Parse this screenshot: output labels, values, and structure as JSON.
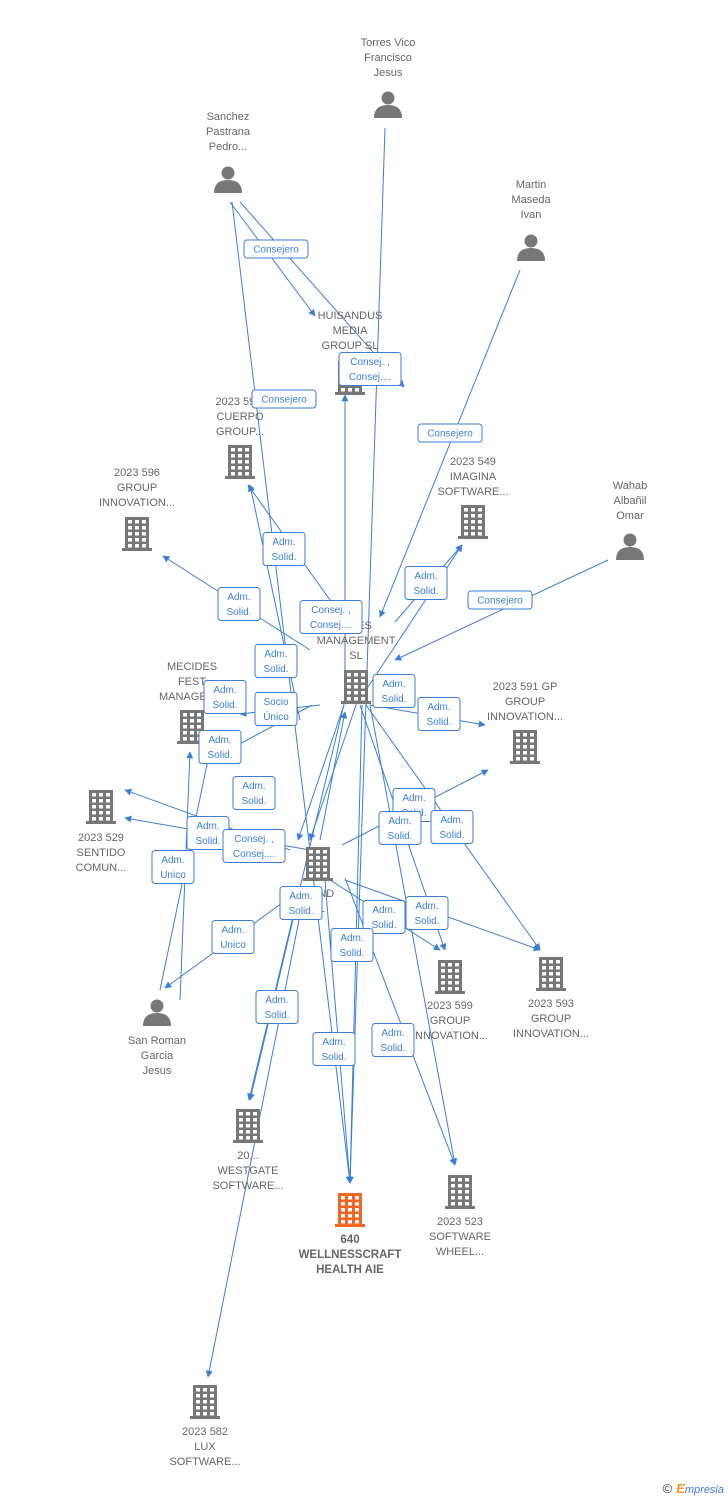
{
  "colors": {
    "edge": "#3a7fd5",
    "icon_default": "#777777",
    "icon_focus": "#f26522"
  },
  "nodes": [
    {
      "id": "torres",
      "type": "person",
      "label": [
        "Torres Vico",
        "Francisco",
        "Jesus"
      ]
    },
    {
      "id": "sanchez",
      "type": "person",
      "label": [
        "Sanchez",
        "Pastrana",
        "Pedro..."
      ]
    },
    {
      "id": "martin",
      "type": "person",
      "label": [
        "Martin",
        "Maseda",
        "Ivan"
      ]
    },
    {
      "id": "wahab",
      "type": "person",
      "label": [
        "Wahab",
        "Albañil",
        "Omar"
      ]
    },
    {
      "id": "sanroman",
      "type": "person",
      "label": [
        "San Roman",
        "Garcia",
        "Jesus"
      ]
    },
    {
      "id": "huisandus",
      "type": "company",
      "label": [
        "HUISANDUS",
        "MEDIA",
        "GROUP SL"
      ]
    },
    {
      "id": "cuerpo",
      "type": "company",
      "label": [
        "2023 59...",
        "CUERPO",
        "GROUP..."
      ]
    },
    {
      "id": "g596",
      "type": "company",
      "label": [
        "2023 596",
        "GROUP",
        "INNOVATION..."
      ]
    },
    {
      "id": "imagina",
      "type": "company",
      "label": [
        "2023 549",
        "IMAGINA",
        "SOFTWARE..."
      ]
    },
    {
      "id": "mecides_mgmt",
      "type": "company",
      "label": [
        "...DES",
        "MANAGEMENT",
        "SL"
      ]
    },
    {
      "id": "mecides_fest",
      "type": "company",
      "label": [
        "MECIDES",
        "FEST",
        "MANAGEM..."
      ]
    },
    {
      "id": "g591",
      "type": "company",
      "label": [
        "2023 591 GP",
        "GROUP",
        "INNOVATION..."
      ]
    },
    {
      "id": "sentido",
      "type": "company",
      "label": [
        "2023 529",
        "SENTIDO",
        "COMUN..."
      ]
    },
    {
      "id": "hub",
      "type": "company",
      "label": [
        "...AND",
        "SL"
      ]
    },
    {
      "id": "g599",
      "type": "company",
      "label": [
        "2023 599",
        "GROUP",
        "INNOVATION..."
      ]
    },
    {
      "id": "g593",
      "type": "company",
      "label": [
        "2023 593",
        "GROUP",
        "INNOVATION..."
      ]
    },
    {
      "id": "westgate",
      "type": "company",
      "label": [
        "20...",
        "WESTGATE",
        "SOFTWARE..."
      ]
    },
    {
      "id": "wellness",
      "type": "company",
      "focus": true,
      "label": [
        "640",
        "WELLNESSCRAFT",
        "HEALTH AIE"
      ]
    },
    {
      "id": "wheel",
      "type": "company",
      "label": [
        "2023 523",
        "SOFTWARE",
        "WHEEL..."
      ]
    },
    {
      "id": "lux",
      "type": "company",
      "label": [
        "2023 582",
        "LUX",
        "SOFTWARE..."
      ]
    }
  ],
  "relations": [
    {
      "label": [
        "Consejero"
      ]
    },
    {
      "label": [
        "Consej. ,",
        "Consej...."
      ]
    },
    {
      "label": [
        "Consejero"
      ]
    },
    {
      "label": [
        "Consejero"
      ]
    },
    {
      "label": [
        "Adm.",
        "Solid."
      ]
    },
    {
      "label": [
        "Adm.",
        "Solid."
      ]
    },
    {
      "label": [
        "Consejero"
      ]
    },
    {
      "label": [
        "Consej. ,",
        "Consej...."
      ]
    },
    {
      "label": [
        "Adm.",
        "Solid."
      ]
    },
    {
      "label": [
        "Adm.",
        "Solid."
      ]
    },
    {
      "label": [
        "Socio",
        "Único"
      ]
    },
    {
      "label": [
        "Adm.",
        "Solid."
      ]
    },
    {
      "label": [
        "Adm.",
        "Solid."
      ]
    },
    {
      "label": [
        "Adm.",
        "Solid."
      ]
    },
    {
      "label": [
        "Adm.",
        "Solid."
      ]
    },
    {
      "label": [
        "Adm.",
        "Solid."
      ]
    },
    {
      "label": [
        "Adm.",
        "Solid."
      ]
    },
    {
      "label": [
        "Adm.",
        "Solid."
      ]
    },
    {
      "label": [
        "Consej. ,",
        "Consej...."
      ]
    },
    {
      "label": [
        "Adm.",
        "Unico"
      ]
    },
    {
      "label": [
        "Adm.",
        "Solid."
      ]
    },
    {
      "label": [
        "Adm.",
        "Solid."
      ]
    },
    {
      "label": [
        "Adm.",
        "Solid."
      ]
    },
    {
      "label": [
        "Adm.",
        "Solid."
      ]
    },
    {
      "label": [
        "Adm.",
        "Unico"
      ]
    },
    {
      "label": [
        "Adm.",
        "Solid."
      ]
    },
    {
      "label": [
        "Adm.",
        "Solid."
      ]
    },
    {
      "label": [
        "Adm.",
        "Solid."
      ]
    },
    {
      "label": [
        "Adm.",
        "Solid."
      ]
    },
    {
      "label": [
        "Adm.",
        "Solid."
      ]
    }
  ],
  "footer": {
    "copyright": "©",
    "brand_initial": "E",
    "brand_rest": "mpresia"
  }
}
